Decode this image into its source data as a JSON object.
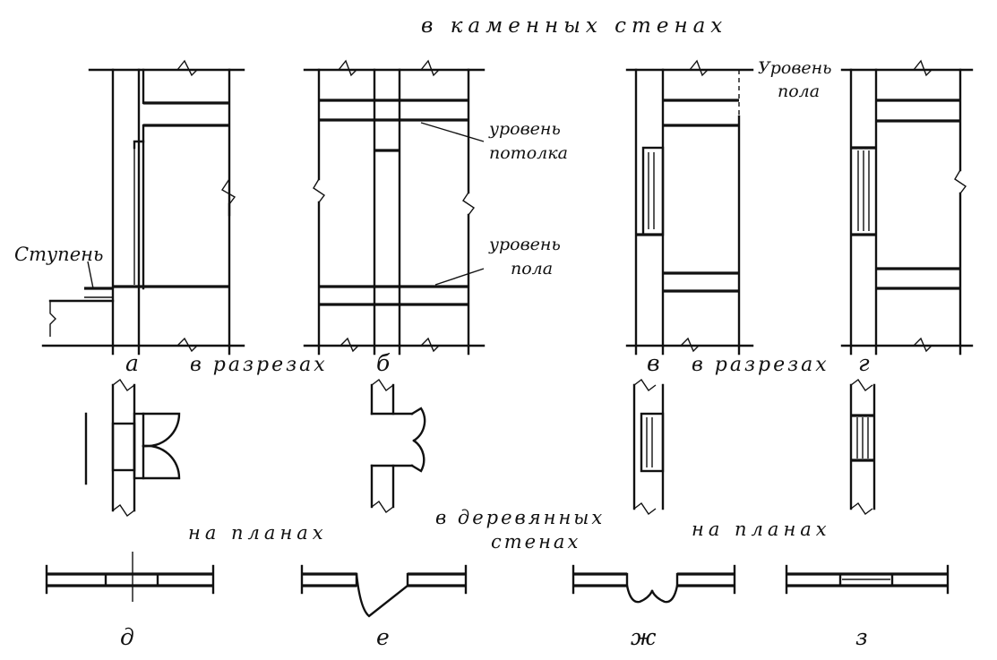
{
  "labels": {
    "title": "в каменных стенах",
    "step": "Ступень",
    "ceiling_level_1": "уровень",
    "ceiling_level_2": "потолка",
    "floor_level_1": "уровень",
    "floor_level_2": "пола",
    "floor_level_top_1": "Уровень",
    "floor_level_top_2": "пола",
    "sections_1": "в разрезах",
    "sections_2": "в разрезах",
    "plans_1": "на планах",
    "plans_2": "на планах",
    "wooden_1": "в деревянных",
    "wooden_2": "стенах",
    "letter_a": "а",
    "letter_b": "б",
    "letter_v": "в",
    "letter_g": "г",
    "letter_d": "д",
    "letter_e": "е",
    "letter_zh": "ж",
    "letter_z": "з"
  }
}
